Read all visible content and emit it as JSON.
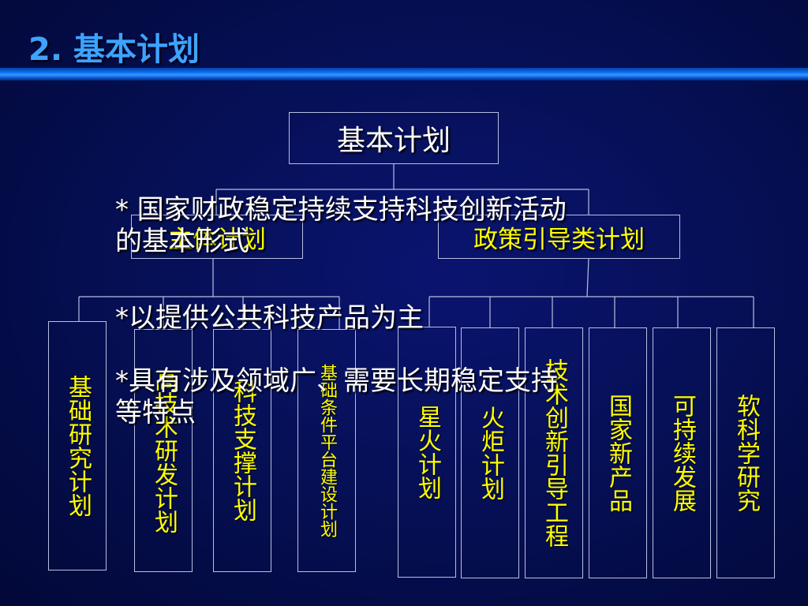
{
  "slide": {
    "title": "2. 基本计划"
  },
  "diagram": {
    "root": "基本计划",
    "branches": [
      {
        "label": "主体计划",
        "children": [
          "基础研究计划",
          "高技术研发计划",
          "科技支撑计划",
          "基础条件平台建设计划"
        ]
      },
      {
        "label": "政策引导类计划",
        "children": [
          "星火计划",
          "火炬计划",
          "技术创新引导工程",
          "国家新产品",
          "可持续发展",
          "软科学研究"
        ]
      }
    ]
  },
  "bullets": [
    {
      "line1": "* 国家财政稳定持续支持科技创新活动",
      "line2": "的基本形式"
    },
    {
      "line1": "*以提供公共科技产品为主"
    },
    {
      "line1": "*具有涉及领域广、需要长期稳定支持",
      "line2": "等特点"
    }
  ],
  "colors": {
    "title": "#3ea3ff",
    "header_band": "#0a6ff0",
    "leaf_text": "#ffff00",
    "body_text": "#ffffff",
    "background": "#061057"
  }
}
